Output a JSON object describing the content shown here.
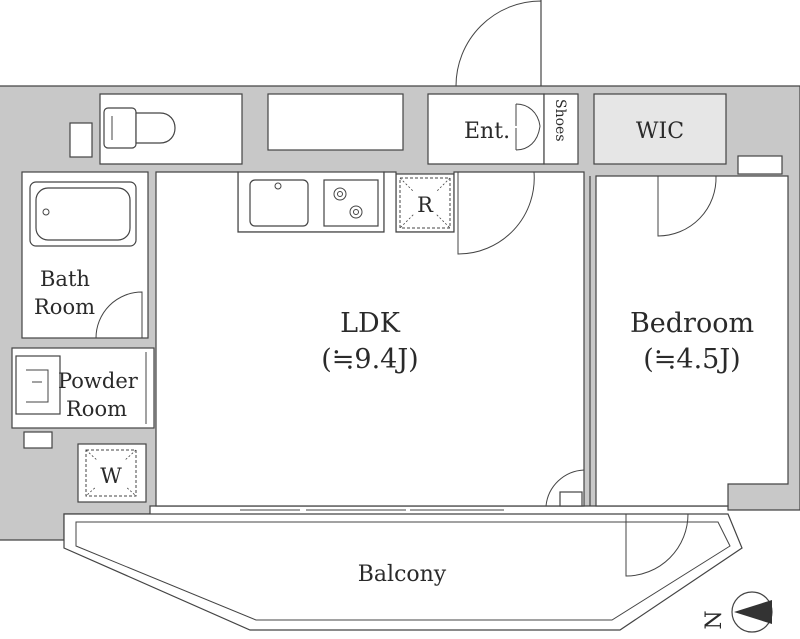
{
  "floor_plan": {
    "rooms": {
      "ldk": {
        "label": "LDK",
        "area": "(≒9.4J)"
      },
      "bedroom": {
        "label": "Bedroom",
        "area": "(≒4.5J)"
      },
      "bath": {
        "line1": "Bath",
        "line2": "Room"
      },
      "powder": {
        "line1": "Powder",
        "line2": "Room"
      },
      "entrance": {
        "label": "Ent."
      },
      "shoes": {
        "label": "Shoes"
      },
      "wic": {
        "label": "WIC"
      },
      "balcony": {
        "label": "Balcony"
      }
    },
    "fixtures": {
      "refrigerator": "R",
      "washer": "W"
    },
    "compass": {
      "label": "N"
    }
  }
}
